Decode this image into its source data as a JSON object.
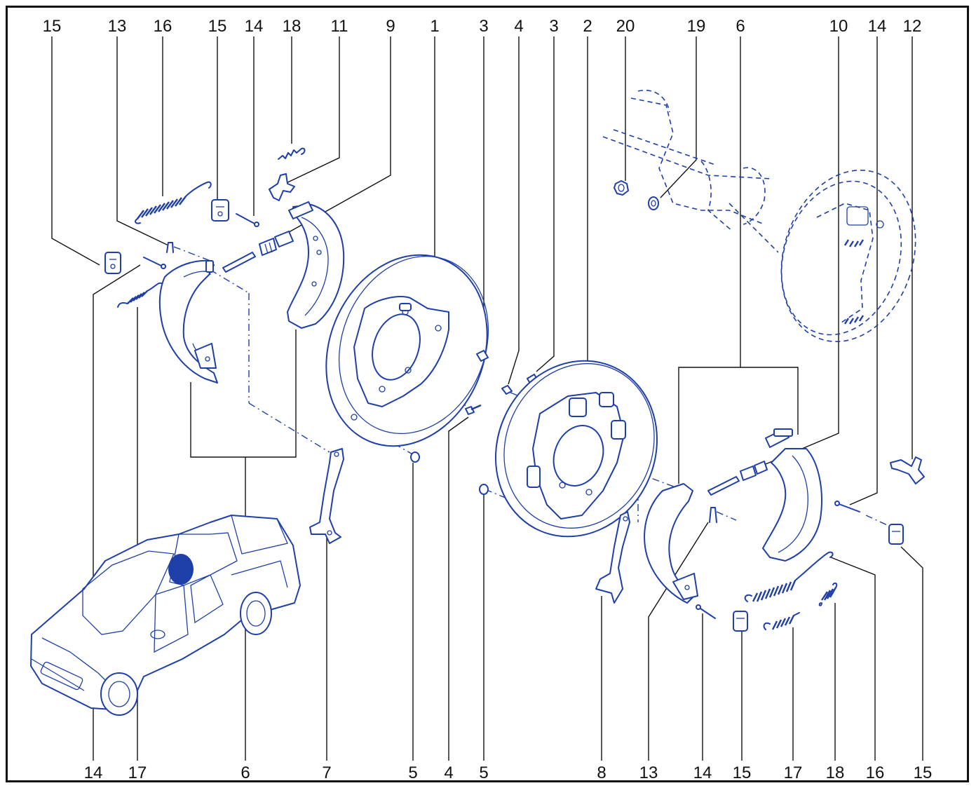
{
  "diagram": {
    "colors": {
      "line": "#1f3fa8",
      "text": "#111111",
      "background": "#ffffff"
    },
    "top_callouts": [
      "15",
      "13",
      "16",
      "15",
      "14",
      "18",
      "11",
      "9",
      "1",
      "3",
      "4",
      "3",
      "2",
      "20",
      "19",
      "6",
      "10",
      "14",
      "12"
    ],
    "bottom_callouts": [
      "14",
      "17",
      "6",
      "7",
      "5",
      "4",
      "5",
      "8",
      "13",
      "14",
      "15",
      "17",
      "18",
      "16",
      "15"
    ]
  }
}
